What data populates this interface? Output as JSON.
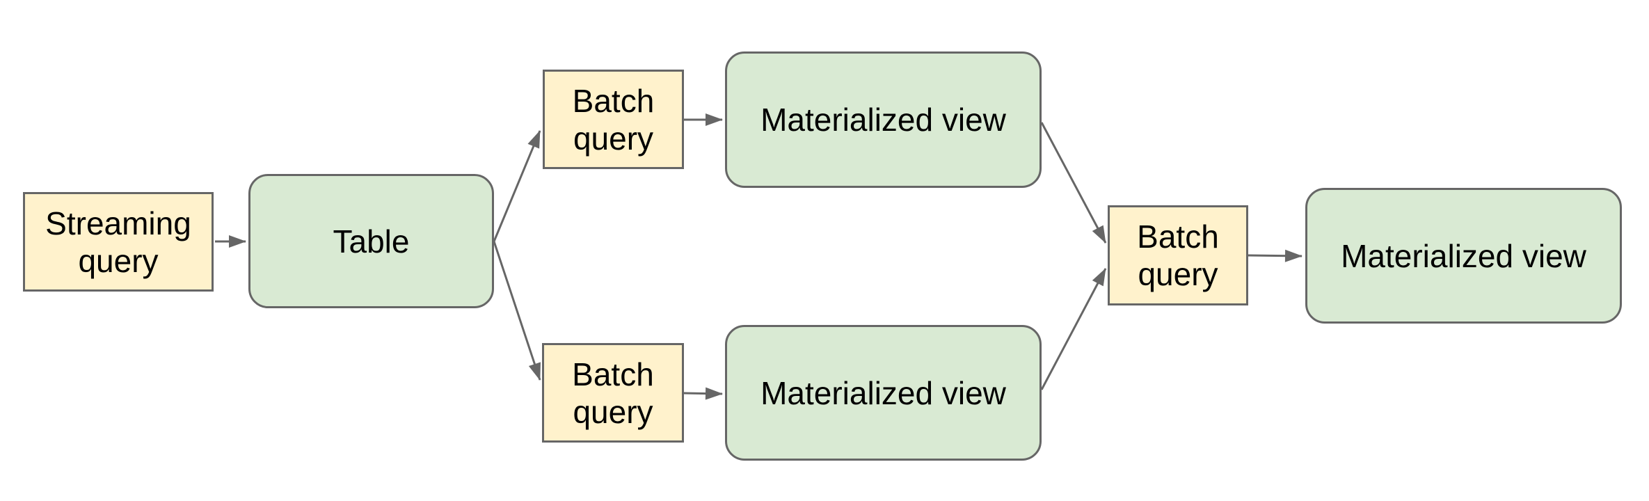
{
  "colors": {
    "background": "#ffffff",
    "query_fill": "#fff2cc",
    "view_fill": "#d9ead3",
    "stroke": "#666666",
    "arrow": "#666666",
    "text": "#000000"
  },
  "nodes": {
    "streaming_query": {
      "label": "Streaming query",
      "shape": "rectangle",
      "fill": "#fff2cc"
    },
    "table": {
      "label": "Table",
      "shape": "rounded-rectangle",
      "fill": "#d9ead3"
    },
    "batch_query_top": {
      "label": "Batch query",
      "shape": "rectangle",
      "fill": "#fff2cc"
    },
    "materialized_view_top": {
      "label": "Materialized view",
      "shape": "rounded-rectangle",
      "fill": "#d9ead3"
    },
    "batch_query_bottom": {
      "label": "Batch query",
      "shape": "rectangle",
      "fill": "#fff2cc"
    },
    "materialized_view_bottom": {
      "label": "Materialized view",
      "shape": "rounded-rectangle",
      "fill": "#d9ead3"
    },
    "batch_query_right": {
      "label": "Batch query",
      "shape": "rectangle",
      "fill": "#fff2cc"
    },
    "materialized_view_right": {
      "label": "Materialized view",
      "shape": "rounded-rectangle",
      "fill": "#d9ead3"
    }
  },
  "edges": [
    {
      "from": "streaming_query",
      "to": "table"
    },
    {
      "from": "table",
      "to": "batch_query_top"
    },
    {
      "from": "table",
      "to": "batch_query_bottom"
    },
    {
      "from": "batch_query_top",
      "to": "materialized_view_top"
    },
    {
      "from": "batch_query_bottom",
      "to": "materialized_view_bottom"
    },
    {
      "from": "materialized_view_top",
      "to": "batch_query_right"
    },
    {
      "from": "materialized_view_bottom",
      "to": "batch_query_right"
    },
    {
      "from": "batch_query_right",
      "to": "materialized_view_right"
    }
  ]
}
